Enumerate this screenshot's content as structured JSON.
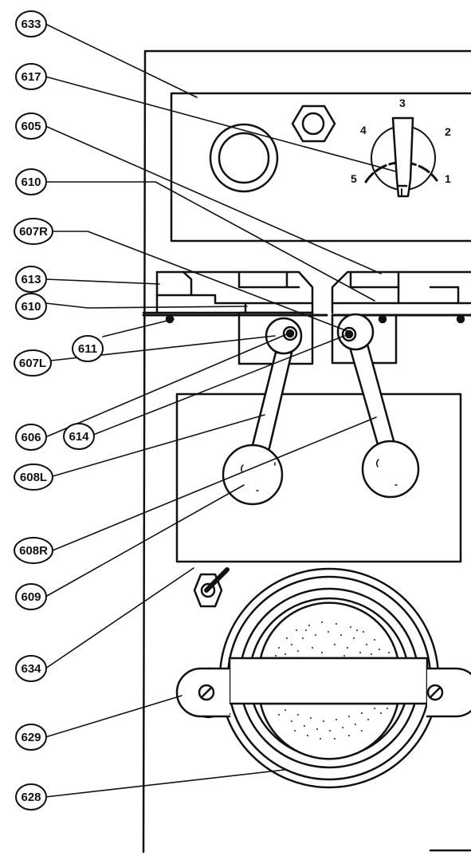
{
  "callouts": [
    {
      "id": "633",
      "label": "633",
      "target": "control-panel-plate"
    },
    {
      "id": "617",
      "label": "617",
      "target": "rotary-selector-knob"
    },
    {
      "id": "605",
      "label": "605",
      "target": "right-lever-bracket"
    },
    {
      "id": "610a",
      "label": "610",
      "target": "right-slide-rail"
    },
    {
      "id": "607R",
      "label": "607R",
      "target": "right-lever-pivot"
    },
    {
      "id": "613",
      "label": "613",
      "target": "left-lever-bracket"
    },
    {
      "id": "610b",
      "label": "610",
      "target": "left-slide-rail"
    },
    {
      "id": "611",
      "label": "611",
      "target": "bracket-mounting-screw"
    },
    {
      "id": "607L",
      "label": "607L",
      "target": "left-lever-pivot"
    },
    {
      "id": "606",
      "label": "606",
      "target": "left-pivot-nut"
    },
    {
      "id": "614",
      "label": "614",
      "target": "right-pivot-nut"
    },
    {
      "id": "608L",
      "label": "608L",
      "target": "left-control-lever"
    },
    {
      "id": "608R",
      "label": "608R",
      "target": "right-control-lever"
    },
    {
      "id": "609",
      "label": "609",
      "target": "left-lever-knob"
    },
    {
      "id": "634",
      "label": "634",
      "target": "lever-guard-panel"
    },
    {
      "id": "629",
      "label": "629",
      "target": "clamp-strap"
    },
    {
      "id": "628",
      "label": "628",
      "target": "filter-element"
    }
  ],
  "dial": {
    "positions": [
      "1",
      "2",
      "3",
      "4",
      "5"
    ]
  },
  "colors": {
    "line": "#111111",
    "background": "#ffffff",
    "stipple": "#444444"
  }
}
